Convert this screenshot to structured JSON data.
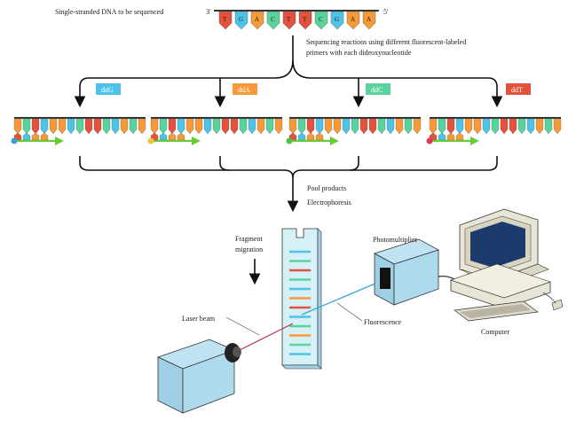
{
  "colors": {
    "ddG": "#4fc3e6",
    "ddA": "#f59a3a",
    "ddC": "#59d39b",
    "ddT": "#e2523c",
    "strand": "#333333",
    "primer_arrow": "#66cc33"
  },
  "top_strand": {
    "label": "Single-stranded DNA to be sequenced",
    "end_3": "3′",
    "end_5": "5′",
    "bases": [
      "T",
      "G",
      "A",
      "C",
      "T",
      "T",
      "C",
      "G",
      "A",
      "A"
    ]
  },
  "reaction_note": {
    "line1": "Sequencing reactions using different fluorescent-labeled",
    "line2": "primers with each dideoxynucleotide"
  },
  "reactions": [
    {
      "label": "ddG",
      "color": "#4fc3e6",
      "dot_color": "#3aa0d8"
    },
    {
      "label": "ddA",
      "color": "#f59a3a",
      "dot_color": "#f1c232"
    },
    {
      "label": "ddC",
      "color": "#59d39b",
      "dot_color": "#4cc24a"
    },
    {
      "label": "ddT",
      "color": "#e2523c",
      "dot_color": "#e03a5a"
    }
  ],
  "pool_step": {
    "line1": "Pool products",
    "line2": "Electrophoresis"
  },
  "apparatus": {
    "fragment_label_1": "Fragment",
    "fragment_label_2": "migration",
    "photomultiplier": "Photomultiplier",
    "laser_beam": "Laser beam",
    "fluorescence": "Fluorescence",
    "computer": "Computer"
  },
  "gel_bands": [
    "#4fc3e6",
    "#59d39b",
    "#e2523c",
    "#59d39b",
    "#4fc3e6",
    "#f59a3a",
    "#e2523c",
    "#4fc3e6",
    "#59d39b",
    "#f59a3a",
    "#59d39b",
    "#4fc3e6"
  ]
}
